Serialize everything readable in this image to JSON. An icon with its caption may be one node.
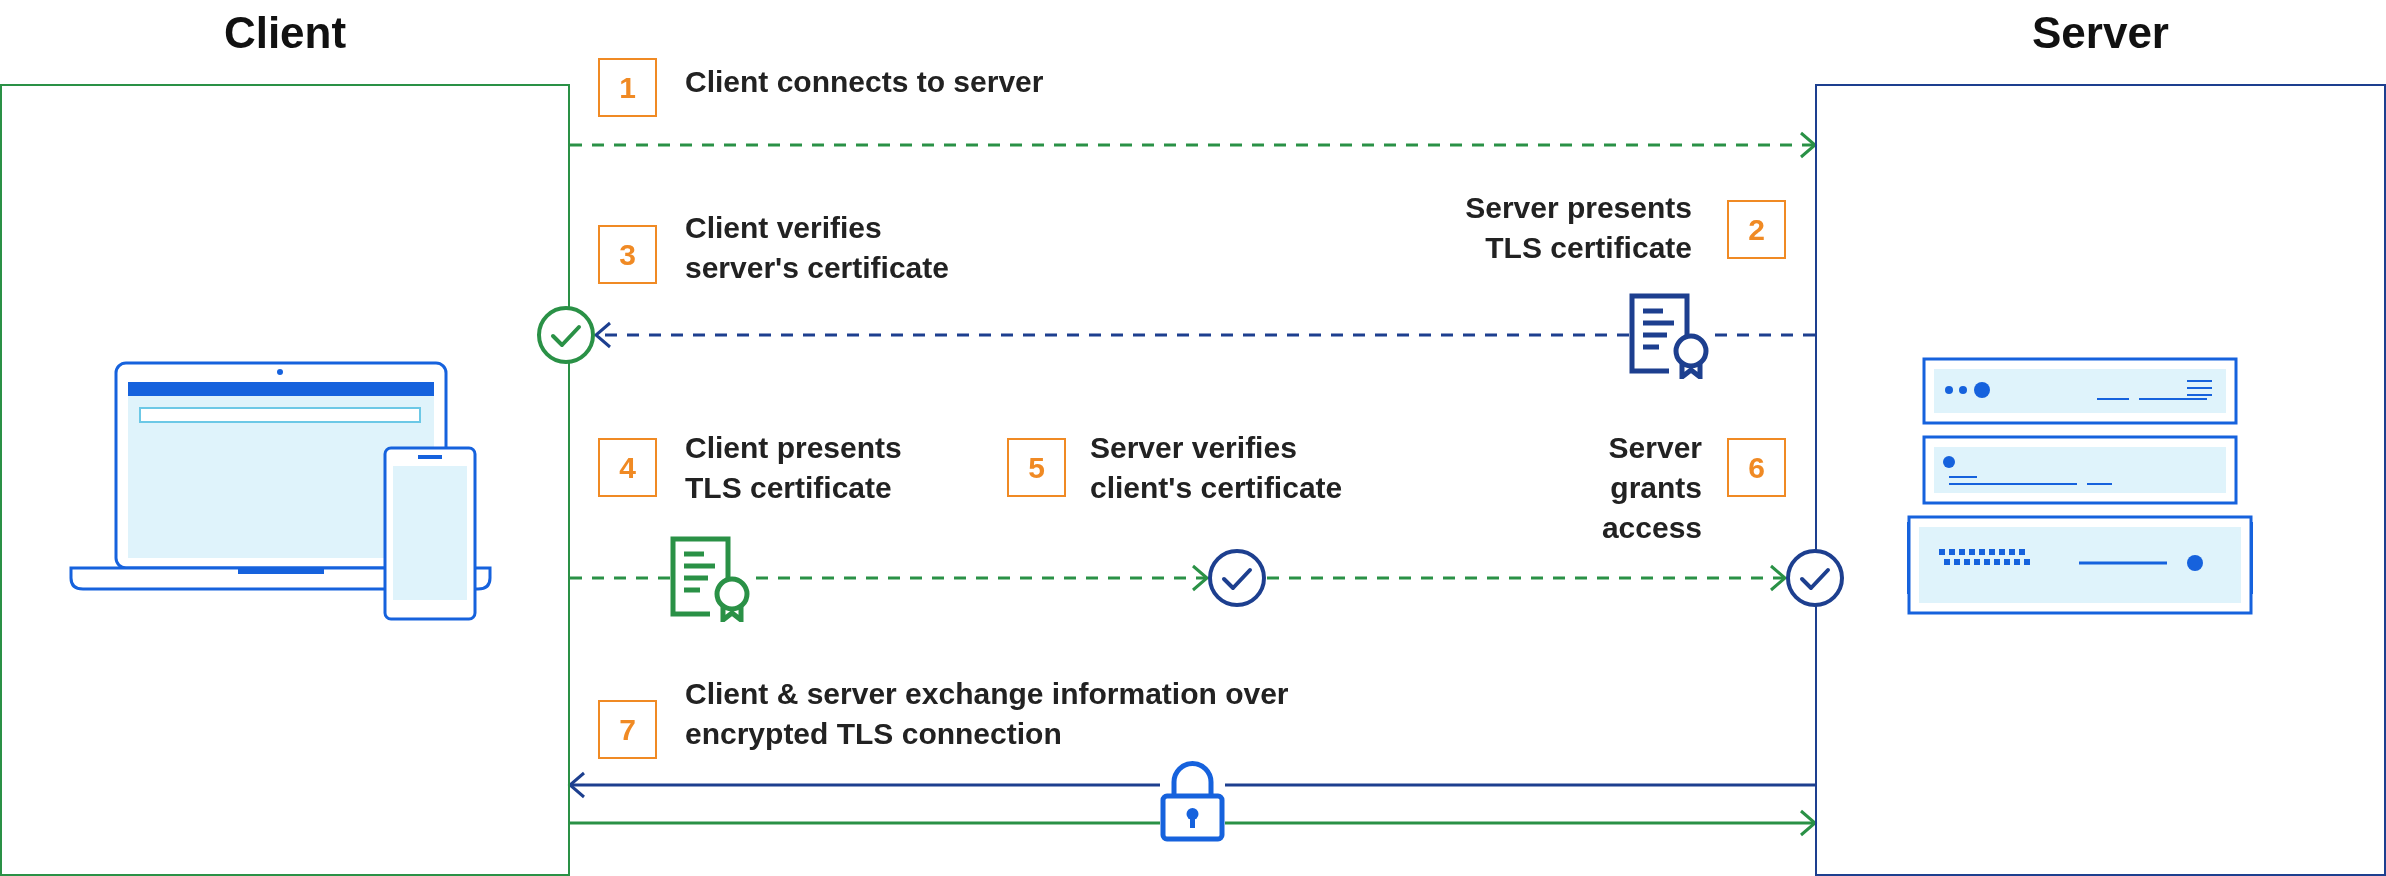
{
  "diagram": {
    "nodes": [
      {
        "text": [
          "Client"
        ]
      },
      {
        "text": [
          "Server"
        ]
      },
      {
        "text": [
          "1"
        ],
        "beside": [
          "Client connects to server"
        ]
      },
      {
        "text": [
          "2"
        ],
        "beside": [
          "Server presents TLS certificate"
        ]
      },
      {
        "text": [
          "3"
        ],
        "beside": [
          "Client verifies server's certificate"
        ]
      },
      {
        "text": [],
        "shape": "circle"
      },
      {
        "text": [],
        "shape": "picture"
      },
      {
        "text": [
          "4"
        ],
        "beside": [
          "Client presents TLS certificate"
        ]
      },
      {
        "text": [
          "5"
        ],
        "beside": [
          "Server verifies client's certificate"
        ]
      },
      {
        "text": [
          "6"
        ],
        "beside": [
          "Server grants access"
        ]
      },
      {
        "text": [],
        "shape": "picture"
      },
      {
        "text": [],
        "shape": "circle"
      },
      {
        "text": [],
        "shape": "circle"
      },
      {
        "text": [
          "7"
        ],
        "beside": [
          "Client & server exchange information over encrypted TLS connection"
        ]
      },
      {
        "text": [],
        "shape": "picture"
      }
    ],
    "edges": [
      {
        "from": 0,
        "to": 1,
        "arrow": "to",
        "style": "dashed"
      },
      {
        "from": 1,
        "to": 6,
        "arrow": "none",
        "style": "dashed",
        "color": "#1d3f8f"
      },
      {
        "from": 6,
        "to": 5,
        "arrow": "to",
        "style": "dashed",
        "color": "#1d3f8f"
      },
      {
        "from": 0,
        "to": 10,
        "arrow": "none",
        "style": "dashed"
      },
      {
        "from": 10,
        "to": 11,
        "arrow": "to",
        "style": "dashed"
      },
      {
        "from": 11,
        "to": 12,
        "arrow": "to",
        "style": "dashed"
      },
      {
        "from": 1,
        "to": 14,
        "arrow": "none",
        "color": "#1d3f8f"
      },
      {
        "from": 14,
        "to": 0,
        "arrow": "to",
        "color": "#1d3f8f"
      },
      {
        "from": 0,
        "to": 14,
        "arrow": "none"
      },
      {
        "from": 14,
        "to": 1,
        "arrow": "to"
      }
    ]
  }
}
